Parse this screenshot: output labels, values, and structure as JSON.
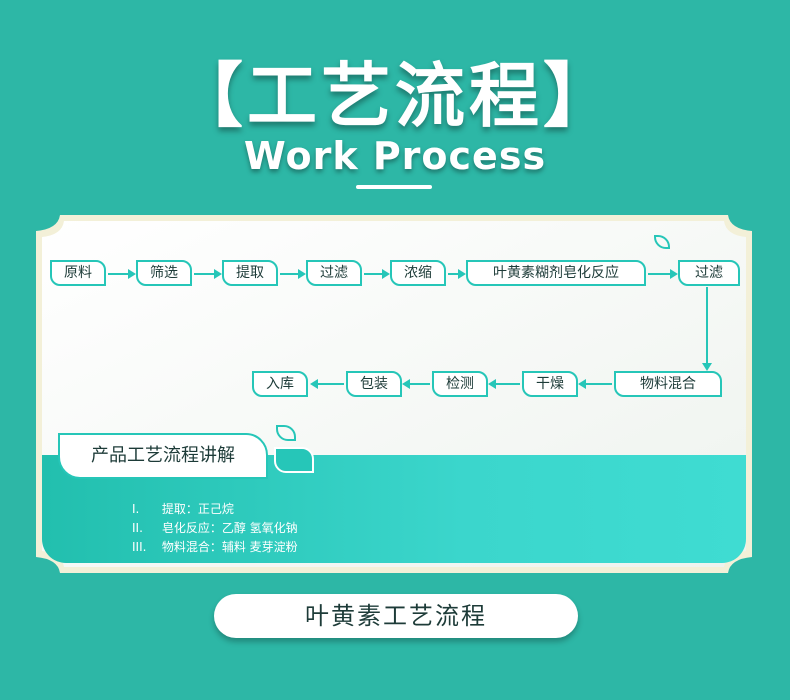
{
  "header": {
    "title_cn": "【工艺流程】",
    "title_en": "Work Process"
  },
  "flow": {
    "row1": [
      "原料",
      "筛选",
      "提取",
      "过滤",
      "浓缩",
      "叶黄素糊剂皂化反应",
      "过滤"
    ],
    "row2": [
      "物料混合",
      "干燥",
      "检测",
      "包装",
      "入库"
    ]
  },
  "section": {
    "subtitle": "产品工艺流程讲解",
    "notes": [
      {
        "num": "I.",
        "text": "提取：正己烷"
      },
      {
        "num": "II.",
        "text": "皂化反应：乙醇 氢氧化钠"
      },
      {
        "num": "III.",
        "text": "物料混合：辅料 麦芽淀粉"
      }
    ]
  },
  "footer": {
    "label": "叶黄素工艺流程"
  },
  "colors": {
    "background": "#2db7a6",
    "accent": "#26c6b8",
    "card": "#f7fbf0"
  }
}
